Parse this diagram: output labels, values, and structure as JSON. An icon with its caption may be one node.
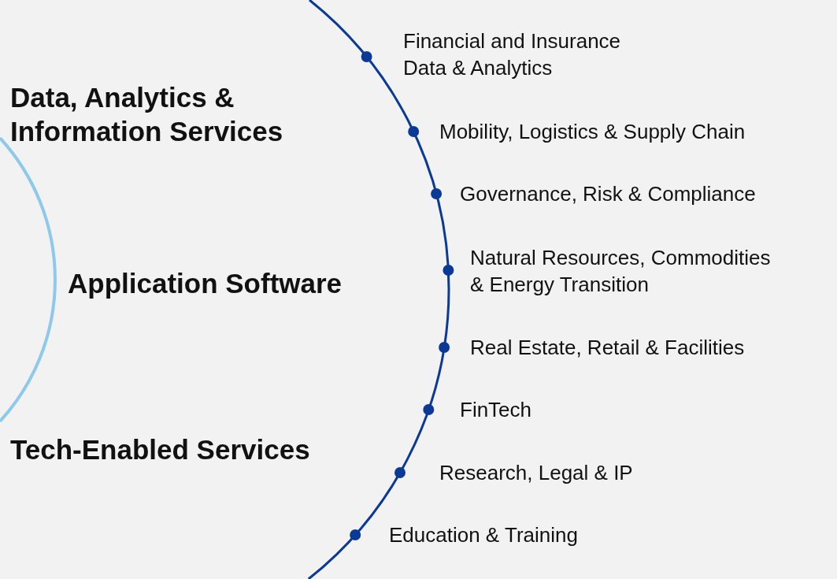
{
  "diagram": {
    "labels": [
      "Financial and Insurance Data & Analytics",
      "Data, Analytics & Information Services",
      "Mobility, Logistics & Supply Chain",
      "Governance, Risk & Compliance",
      "Natural Resources, Commodities & Energy Transition",
      "Application Software",
      "Real Estate, Retail & Facilities",
      "FinTech",
      "Tech-Enabled Services",
      "Research, Legal & IP",
      "Education & Training"
    ]
  }
}
